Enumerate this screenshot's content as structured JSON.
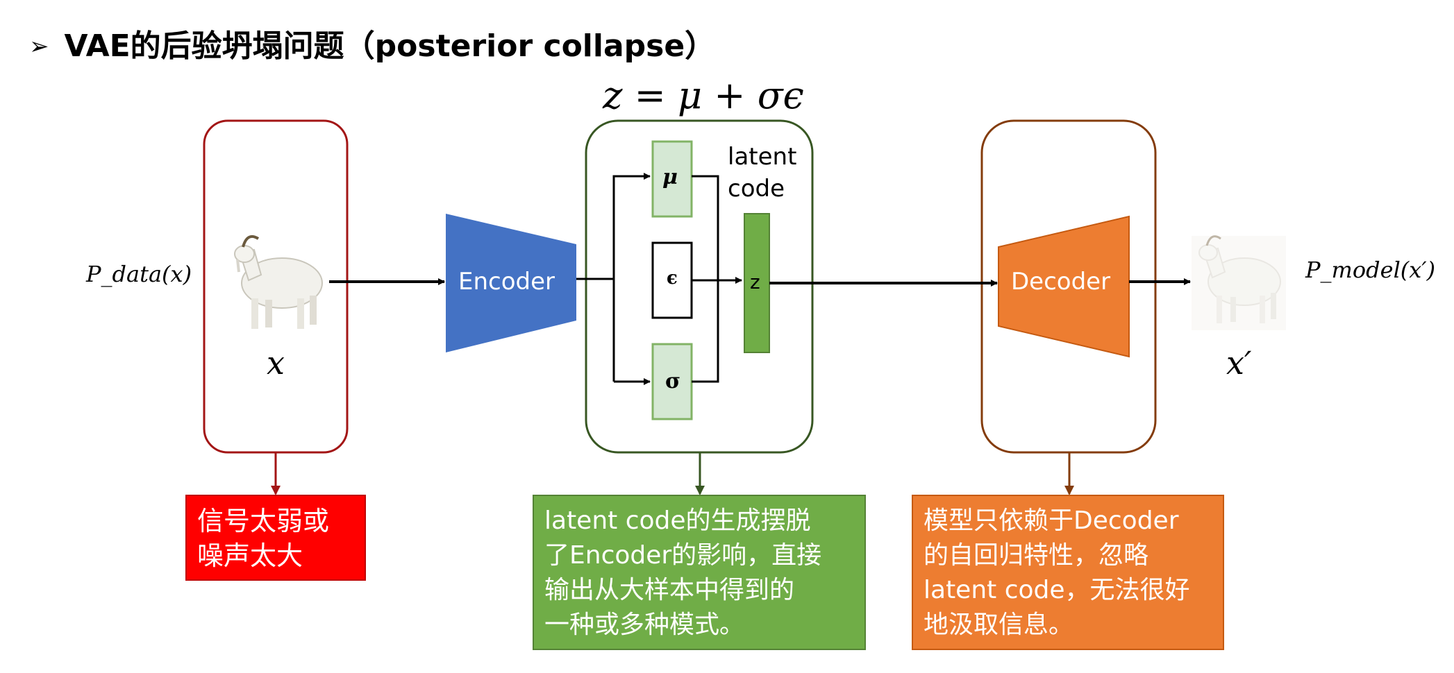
{
  "title": {
    "bullet": "➢",
    "text": "VAE的后验坍塌问题（posterior collapse）"
  },
  "formula": "z = μ + σϵ",
  "input": {
    "distribution_label": "P_data(x)",
    "var_label": "x"
  },
  "encoder": {
    "label": "Encoder"
  },
  "latent": {
    "mu_label": "μ",
    "eps_label": "ϵ",
    "sigma_label": "σ",
    "z_label": "z",
    "caption_line1": "latent",
    "caption_line2": "code"
  },
  "decoder": {
    "label": "Decoder"
  },
  "output": {
    "distribution_label": "P_model(x′)",
    "var_label": "x′"
  },
  "notes": {
    "red": [
      "信号太弱或",
      "噪声太大"
    ],
    "green": [
      "latent code的生成摆脱",
      "了Encoder的影响，直接",
      "输出从大样本中得到的",
      "一种或多种模式。"
    ],
    "orange": [
      "模型只依赖于Decoder",
      "的自回归特性，忽略",
      "latent code，无法很好",
      "地汲取信息。"
    ]
  },
  "colors": {
    "red": "#ff0000",
    "dark_red": "#a31515",
    "green": "#70ad47",
    "dark_green": "#385723",
    "light_green": "#d5e8d4",
    "green_border": "#82b366",
    "blue": "#4472c4",
    "orange": "#ed7d31",
    "brown": "#843c0c"
  }
}
